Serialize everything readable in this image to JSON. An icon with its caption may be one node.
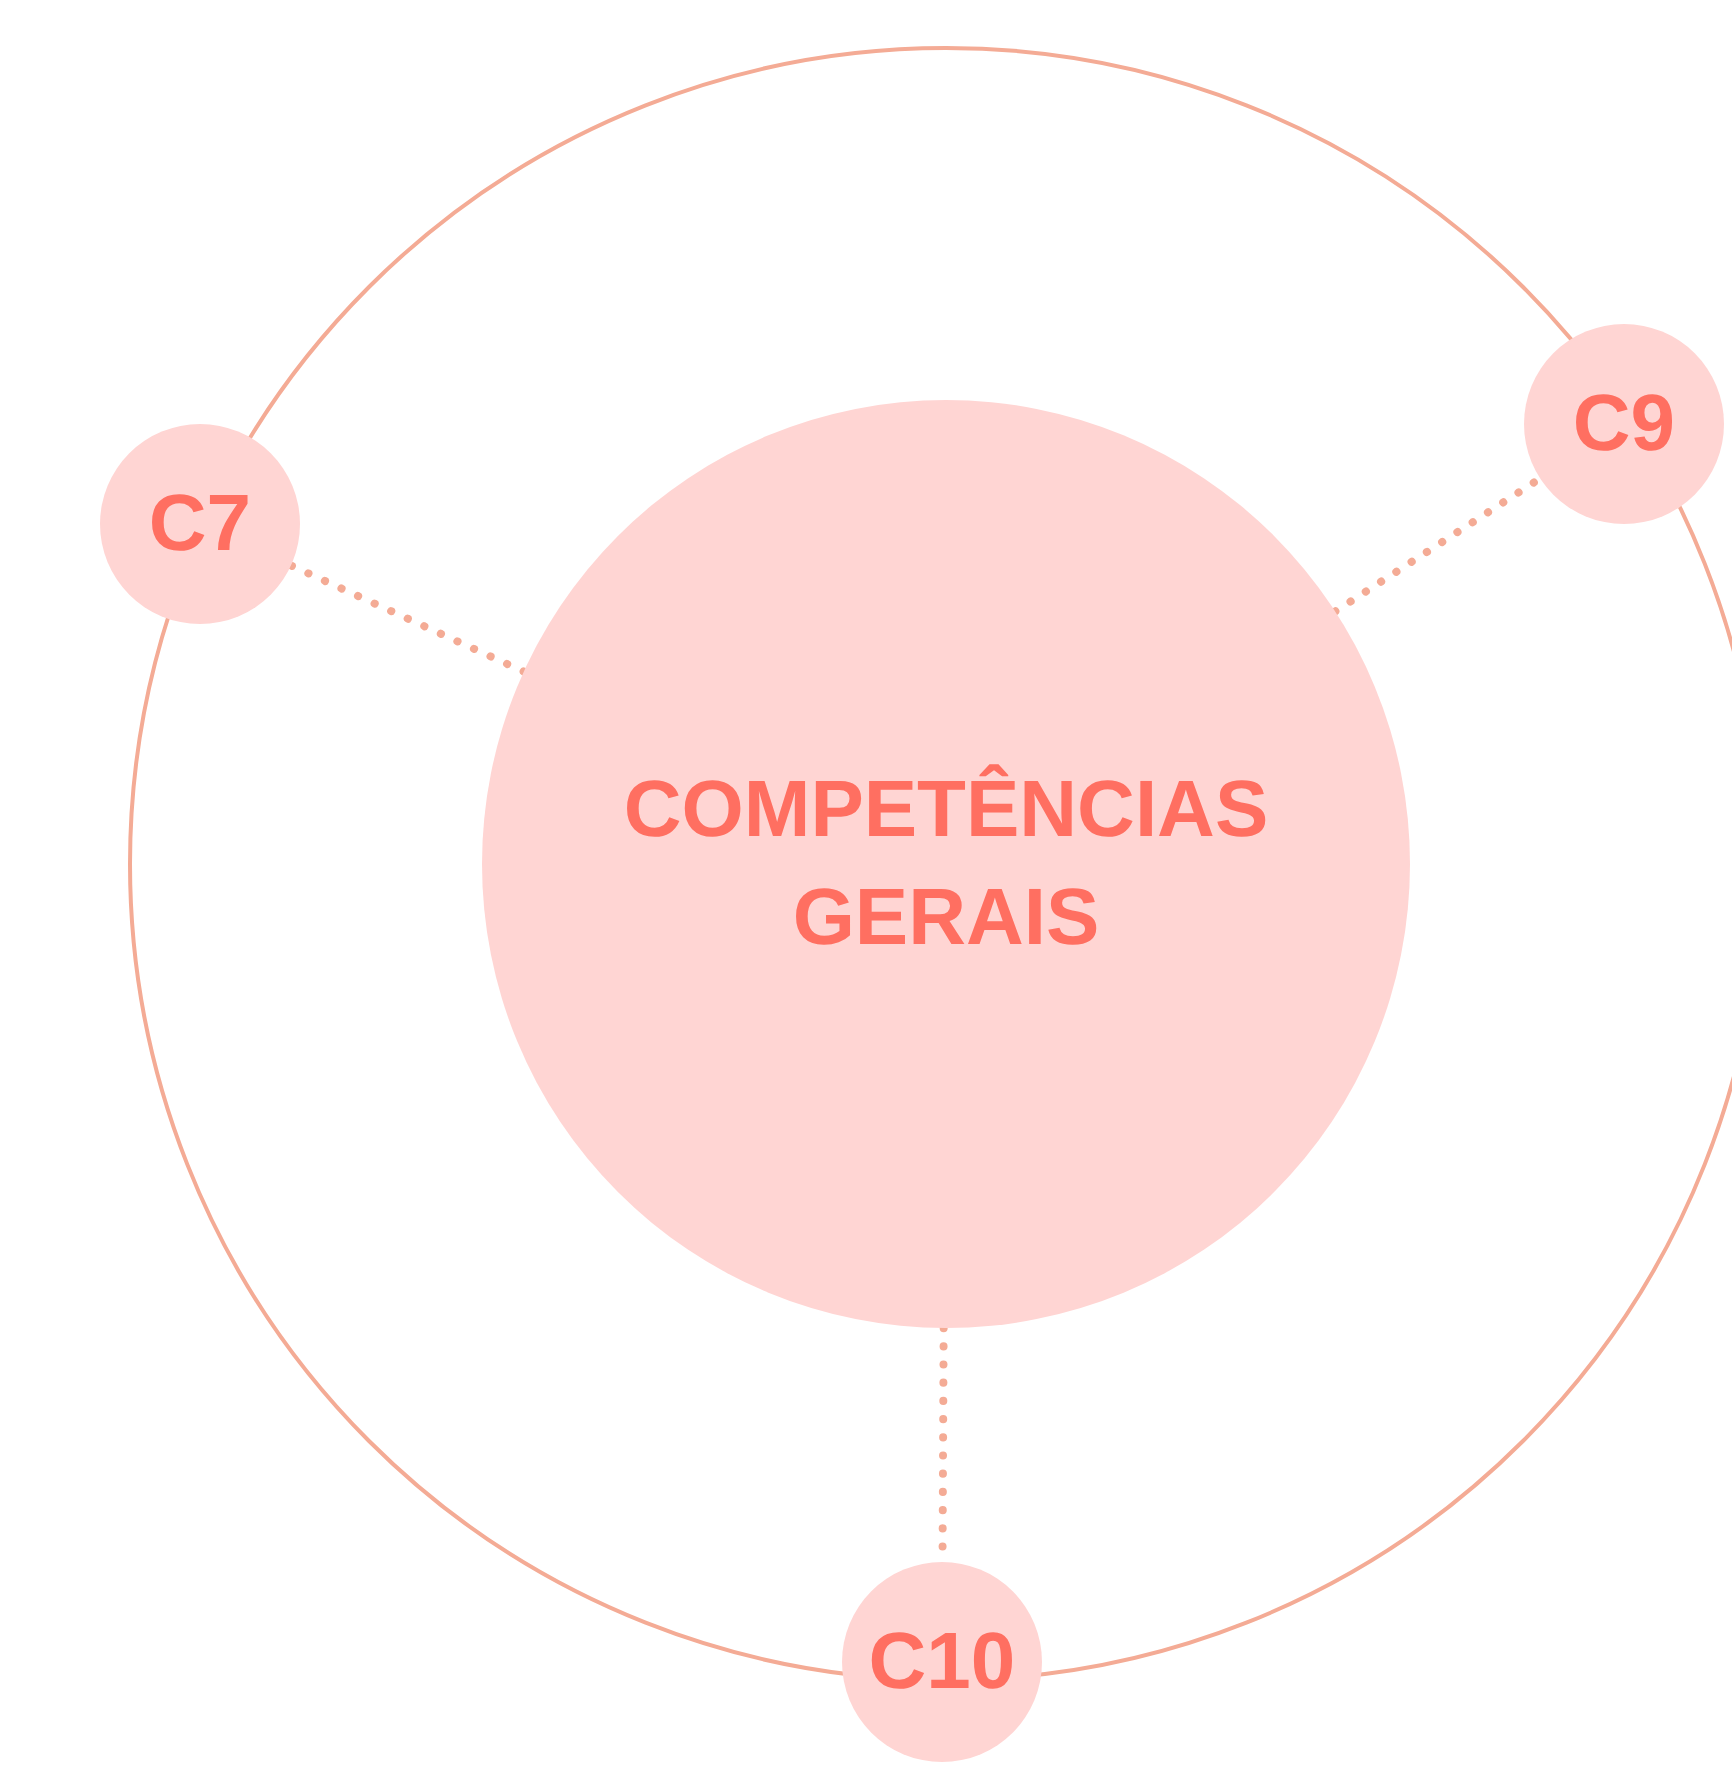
{
  "diagram": {
    "nodes": [
      {
        "text": [
          "COMPETÊNCIAS GERAIS"
        ]
      },
      {
        "text": [
          "C7"
        ]
      },
      {
        "text": [
          "C9"
        ]
      },
      {
        "text": [
          "C10"
        ]
      }
    ],
    "edges": [
      {
        "from": 0,
        "to": 1,
        "arrow": "none"
      },
      {
        "from": 0,
        "to": 2,
        "arrow": "none"
      },
      {
        "from": 0,
        "to": 3,
        "arrow": "none"
      }
    ]
  }
}
